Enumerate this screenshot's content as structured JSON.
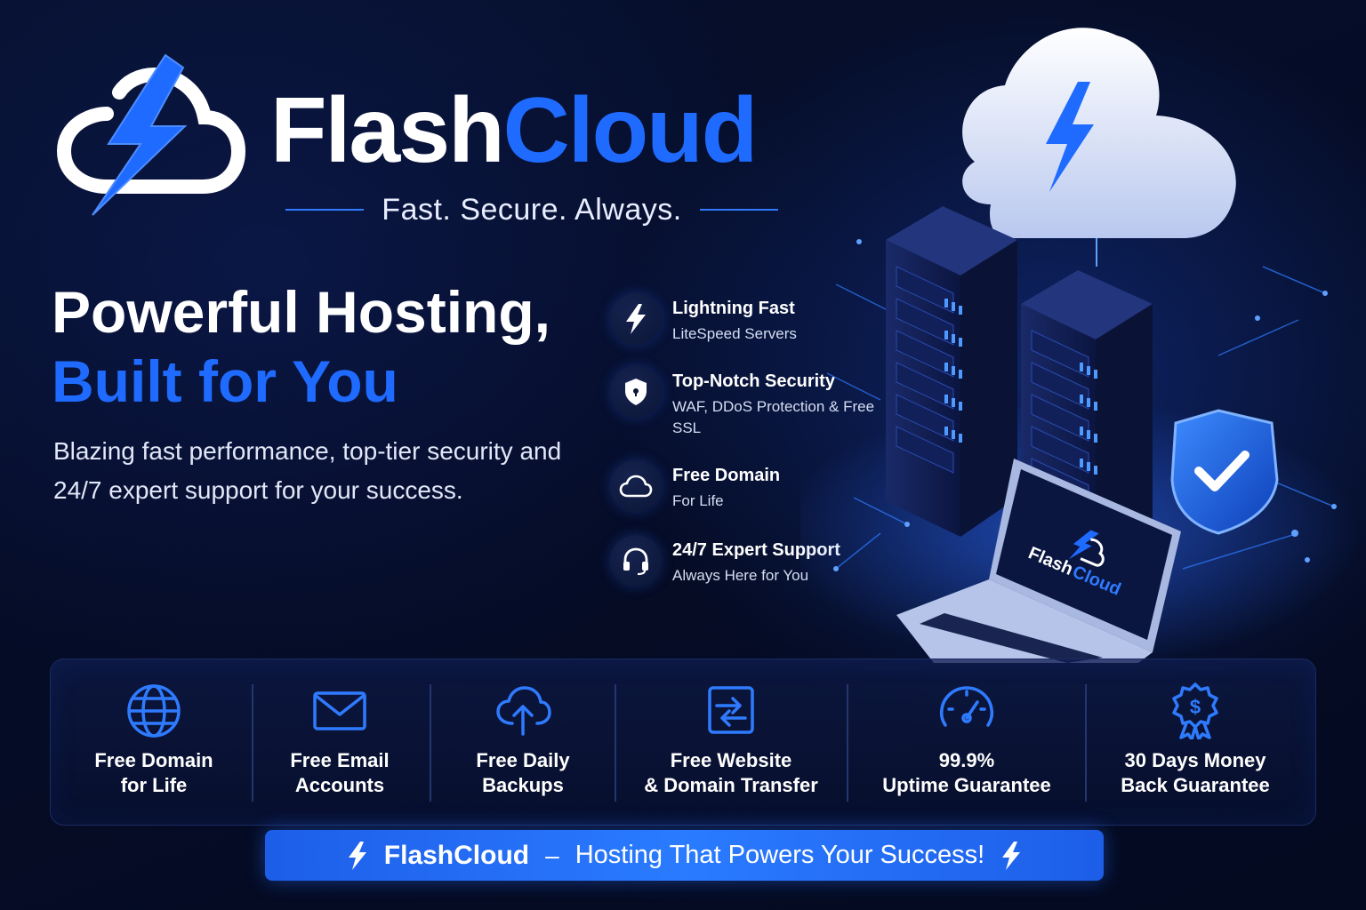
{
  "brand": {
    "name_part1": "Flash",
    "name_part2": "Cloud",
    "tagline": "Fast. Secure. Always."
  },
  "hero": {
    "title_line1": "Powerful Hosting,",
    "title_line2": "Built for You",
    "description": "Blazing fast performance, top-tier security and 24/7 expert support for your success."
  },
  "features": [
    {
      "title": "Lightning Fast",
      "subtitle": "LiteSpeed Servers",
      "icon": "bolt-icon"
    },
    {
      "title": "Top-Notch Security",
      "subtitle": "WAF, DDoS Protection & Free SSL",
      "icon": "shield-icon"
    },
    {
      "title": "Free Domain",
      "subtitle": "For Life",
      "icon": "cloud-icon"
    },
    {
      "title": "24/7 Expert Support",
      "subtitle": "Always Here for You",
      "icon": "headset-icon"
    }
  ],
  "illustration": {
    "laptop_brand_part1": "Flash",
    "laptop_brand_part2": "Cloud"
  },
  "benefits": [
    {
      "line1": "Free Domain",
      "line2": "for Life",
      "icon": "globe-icon"
    },
    {
      "line1": "Free Email",
      "line2": "Accounts",
      "icon": "envelope-icon"
    },
    {
      "line1": "Free Daily",
      "line2": "Backups",
      "icon": "cloud-upload-icon"
    },
    {
      "line1": "Free Website",
      "line2": "& Domain Transfer",
      "icon": "transfer-icon"
    },
    {
      "line1": "99.9%",
      "line2": "Uptime Guarantee",
      "icon": "speedometer-icon"
    },
    {
      "line1": "30 Days Money",
      "line2": "Back Guarantee",
      "icon": "dollar-badge-icon"
    }
  ],
  "cta": {
    "brand": "FlashCloud",
    "separator": "–",
    "text": "Hosting That Powers Your Success!"
  },
  "colors": {
    "background": "#050c26",
    "accent": "#1f6bff",
    "text": "#ffffff",
    "muted": "#d6def2"
  }
}
